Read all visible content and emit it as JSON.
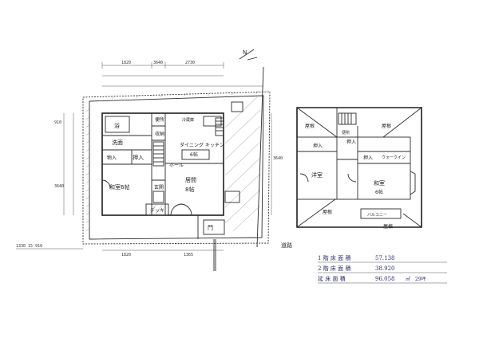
{
  "floor1_rooms": {
    "bath": "浴",
    "washroom": "洗面",
    "toilet": "便所",
    "closet_oshiire": "押入",
    "closet_small": "収納",
    "storage": "物入",
    "japanese_room": "和室6帖",
    "entrance": "玄関",
    "hall": "ホール",
    "dining_kitchen": "ダイニング キッチン",
    "dining_kitchen_size": "6帖",
    "living": "居間",
    "living_size": "8帖",
    "deck": "デッキ",
    "gate": "門",
    "refrigerator": "冷蔵庫"
  },
  "floor2_rooms": {
    "room_a": "屋根",
    "room_b": "屋根",
    "room_c": "屋根",
    "room_d": "屋根",
    "closet_1": "押入",
    "closet_2": "押入",
    "closet_3": "押入",
    "western_room": "洋室",
    "japanese_room": "和室",
    "japanese_room_size": "6帖",
    "walk_in": "ウォークイン",
    "balcony": "バルコニー",
    "toilet": "便所"
  },
  "site": {
    "road": "道路",
    "north": "N"
  },
  "areas": [
    {
      "label": "1 階 床 面 積",
      "value": "57.138"
    },
    {
      "label": "2 階 床 面 積",
      "value": "38.920"
    },
    {
      "label": "延 床 面 積",
      "value": "96.058",
      "unit": "㎡",
      "note": "29坪"
    }
  ],
  "dimensions": {
    "top_1": "1820",
    "top_2": "3640",
    "top_3": "2730",
    "left_1": "910",
    "left_2": "3640",
    "bottom_1": "1820",
    "bottom_2": "1365",
    "bottom_left": "1330  15  910",
    "right_1": "3640"
  }
}
